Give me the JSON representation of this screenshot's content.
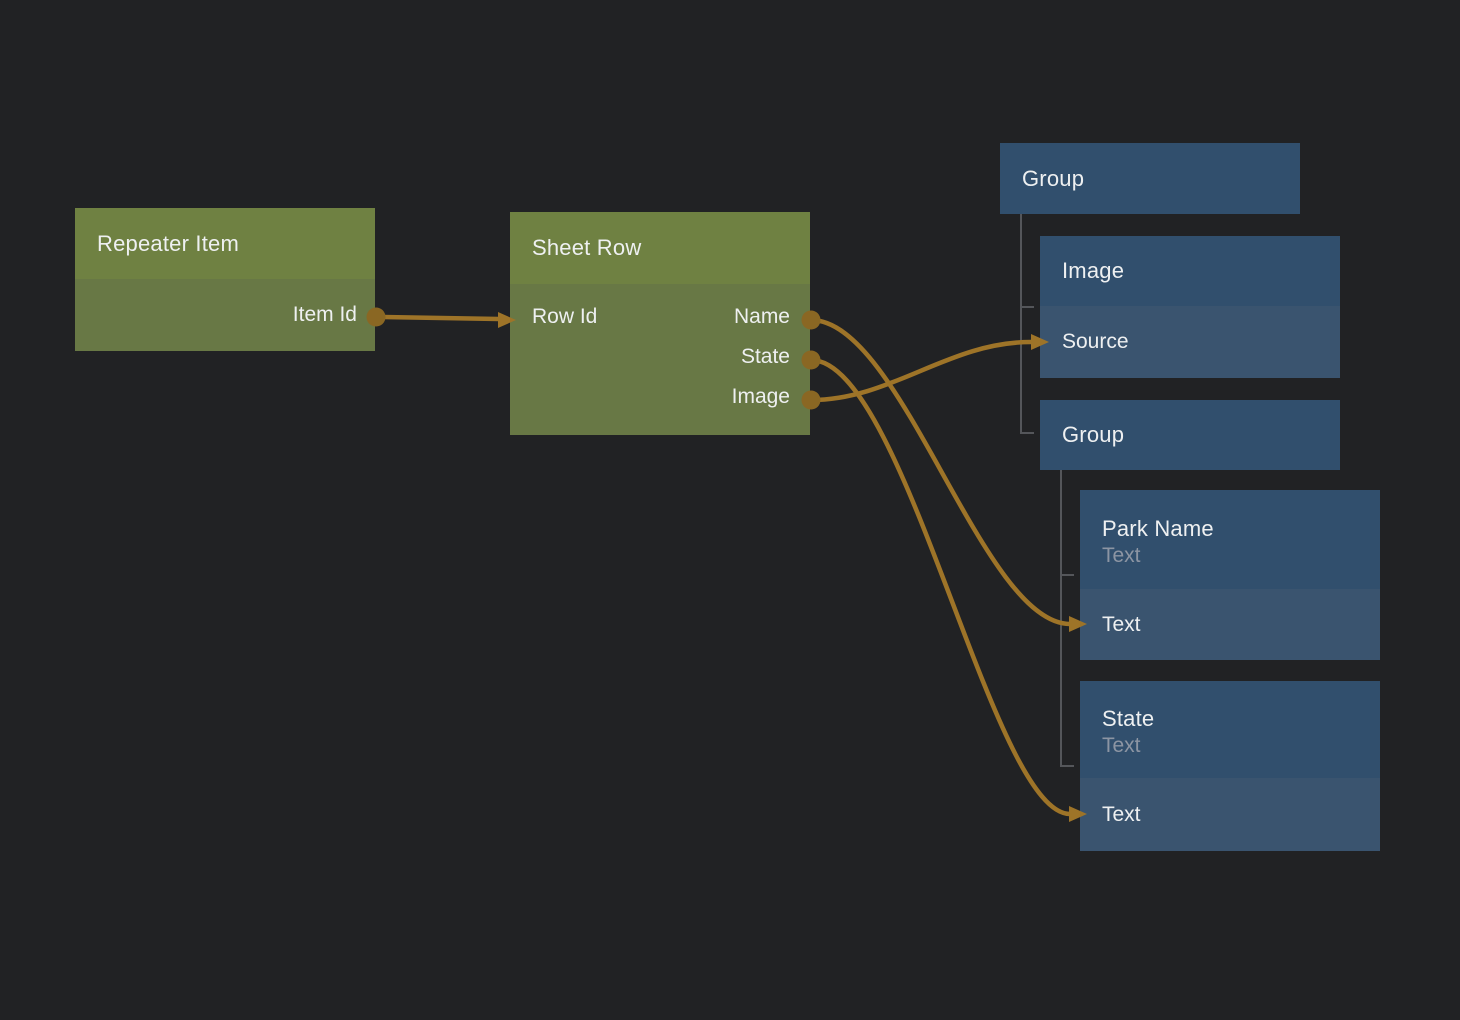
{
  "colors": {
    "bg": "#212224",
    "green_header": "#6f8142",
    "green_body": "#687845",
    "blue_header": "#314f6d",
    "blue_row": "#3a546f",
    "wire": "#9e7428",
    "port": "#8a6723",
    "tree_line": "#54565a",
    "title_text": "#eef0f1",
    "subtitle_text": "#8c95a3"
  },
  "nodes": {
    "repeater_item": {
      "title": "Repeater Item",
      "output": "Item Id"
    },
    "sheet_row": {
      "title": "Sheet Row",
      "input": "Row Id",
      "outputs": [
        "Name",
        "State",
        "Image"
      ]
    },
    "group_top": {
      "title": "Group"
    },
    "image": {
      "title": "Image",
      "port": "Source"
    },
    "group_inner": {
      "title": "Group"
    },
    "park_name": {
      "title": "Park Name",
      "subtitle": "Text",
      "port": "Text"
    },
    "state": {
      "title": "State",
      "subtitle": "Text",
      "port": "Text"
    }
  },
  "connections": [
    {
      "from": "Repeater Item.Item Id",
      "to": "Sheet Row.Row Id"
    },
    {
      "from": "Sheet Row.Name",
      "to": "Park Name.Text"
    },
    {
      "from": "Sheet Row.State",
      "to": "State.Text"
    },
    {
      "from": "Sheet Row.Image",
      "to": "Image.Source"
    }
  ]
}
